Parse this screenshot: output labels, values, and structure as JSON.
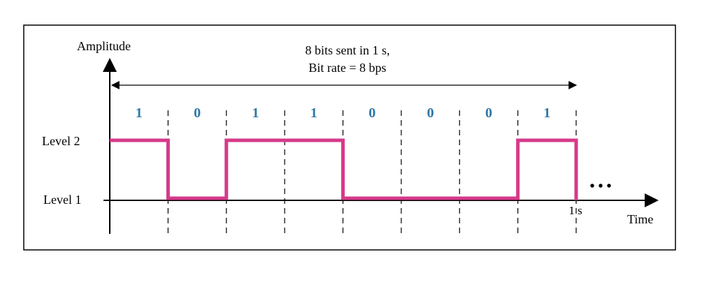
{
  "title_line1": "8 bits sent in 1 s,",
  "title_line2": "Bit rate = 8 bps",
  "y_axis_label": "Amplitude",
  "x_axis_label": "Time",
  "level_labels": [
    "Level 2",
    "Level 1"
  ],
  "end_tick_label": "1 s",
  "continuation": "• • •",
  "bits": [
    "1",
    "0",
    "1",
    "1",
    "0",
    "0",
    "0",
    "1"
  ],
  "colors": {
    "signal": "#d63a8a",
    "bit_label": "#2e78a6",
    "axis": "#000000",
    "frame": "#000000"
  }
}
